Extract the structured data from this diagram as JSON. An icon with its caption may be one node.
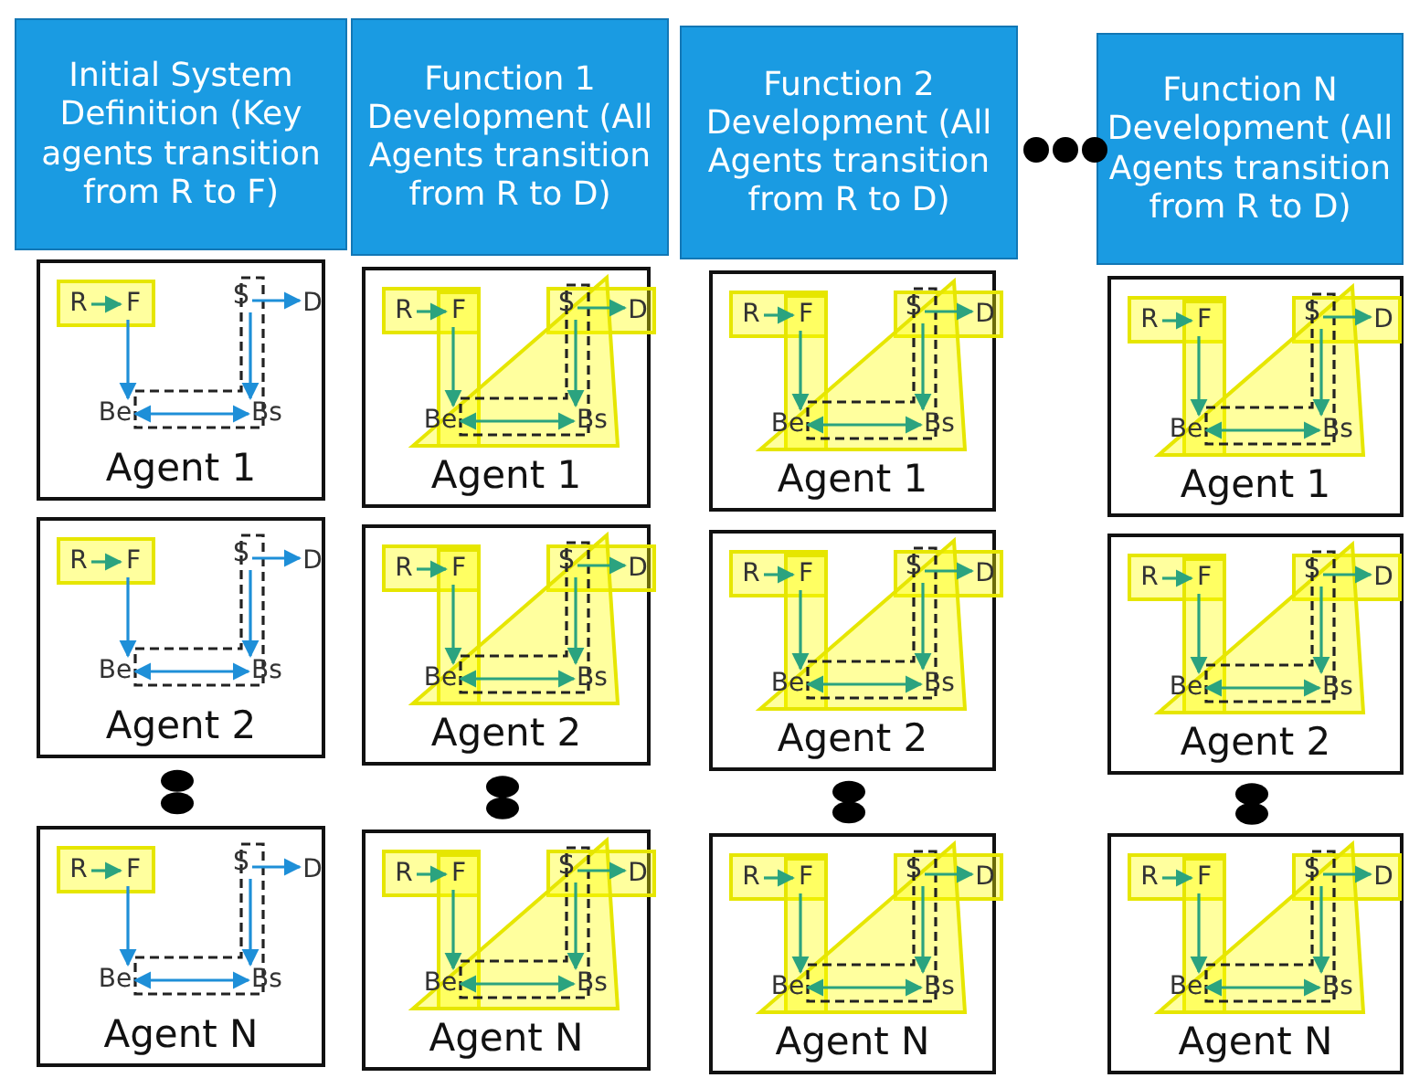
{
  "diagram": {
    "nodes": [
      {
        "text": [
          "Initial System Definition (Key agents transition from R to F)"
        ]
      },
      {
        "text": [
          "Function 1 Development (All Agents transition from R to D)"
        ]
      },
      {
        "text": [
          "Function 2 Development (All Agents transition from R to D)"
        ]
      },
      {
        "text": [
          "Function N Development (All Agents transition from R to D)"
        ]
      },
      {
        "text": [
          "Agent 1"
        ]
      },
      {
        "text": [
          "R"
        ],
        "in": 4
      },
      {
        "text": [
          "F"
        ],
        "in": 4
      },
      {
        "text": [
          "S"
        ],
        "in": 4
      },
      {
        "text": [
          "D"
        ],
        "in": 4
      },
      {
        "text": [
          "Be"
        ],
        "in": 4
      },
      {
        "text": [
          "Bs"
        ],
        "in": 4
      },
      {
        "text": [
          "Agent 1"
        ]
      },
      {
        "text": [
          "R"
        ],
        "in": 11
      },
      {
        "text": [
          "F"
        ],
        "in": 11
      },
      {
        "text": [
          "S"
        ],
        "in": 11
      },
      {
        "text": [
          "D"
        ],
        "in": 11
      },
      {
        "text": [
          "Be"
        ],
        "in": 11
      },
      {
        "text": [
          "Bs"
        ],
        "in": 11
      },
      {
        "text": [
          "Agent 1"
        ]
      },
      {
        "text": [
          "R"
        ],
        "in": 18
      },
      {
        "text": [
          "F"
        ],
        "in": 18
      },
      {
        "text": [
          "S"
        ],
        "in": 18
      },
      {
        "text": [
          "D"
        ],
        "in": 18
      },
      {
        "text": [
          "Be"
        ],
        "in": 18
      },
      {
        "text": [
          "Bs"
        ],
        "in": 18
      },
      {
        "text": [
          "Agent 1"
        ]
      },
      {
        "text": [
          "R"
        ],
        "in": 25
      },
      {
        "text": [
          "F"
        ],
        "in": 25
      },
      {
        "text": [
          "S"
        ],
        "in": 25
      },
      {
        "text": [
          "D"
        ],
        "in": 25
      },
      {
        "text": [
          "Be"
        ],
        "in": 25
      },
      {
        "text": [
          "Bs"
        ],
        "in": 25
      },
      {
        "text": [
          "Agent 2"
        ]
      },
      {
        "text": [
          "R"
        ],
        "in": 32
      },
      {
        "text": [
          "F"
        ],
        "in": 32
      },
      {
        "text": [
          "S"
        ],
        "in": 32
      },
      {
        "text": [
          "D"
        ],
        "in": 32
      },
      {
        "text": [
          "Be"
        ],
        "in": 32
      },
      {
        "text": [
          "Bs"
        ],
        "in": 32
      },
      {
        "text": [
          "Agent 2"
        ]
      },
      {
        "text": [
          "R"
        ],
        "in": 39
      },
      {
        "text": [
          "F"
        ],
        "in": 39
      },
      {
        "text": [
          "S"
        ],
        "in": 39
      },
      {
        "text": [
          "D"
        ],
        "in": 39
      },
      {
        "text": [
          "Be"
        ],
        "in": 39
      },
      {
        "text": [
          "Bs"
        ],
        "in": 39
      },
      {
        "text": [
          "Agent 2"
        ]
      },
      {
        "text": [
          "R"
        ],
        "in": 46
      },
      {
        "text": [
          "F"
        ],
        "in": 46
      },
      {
        "text": [
          "S"
        ],
        "in": 46
      },
      {
        "text": [
          "D"
        ],
        "in": 46
      },
      {
        "text": [
          "Be"
        ],
        "in": 46
      },
      {
        "text": [
          "Bs"
        ],
        "in": 46
      },
      {
        "text": [
          "Agent 2"
        ]
      },
      {
        "text": [
          "R"
        ],
        "in": 53
      },
      {
        "text": [
          "F"
        ],
        "in": 53
      },
      {
        "text": [
          "S"
        ],
        "in": 53
      },
      {
        "text": [
          "D"
        ],
        "in": 53
      },
      {
        "text": [
          "Be"
        ],
        "in": 53
      },
      {
        "text": [
          "Bs"
        ],
        "in": 53
      },
      {
        "text": [
          "Agent N"
        ]
      },
      {
        "text": [
          "R"
        ],
        "in": 60
      },
      {
        "text": [
          "F"
        ],
        "in": 60
      },
      {
        "text": [
          "S"
        ],
        "in": 60
      },
      {
        "text": [
          "D"
        ],
        "in": 60
      },
      {
        "text": [
          "Be"
        ],
        "in": 60
      },
      {
        "text": [
          "Bs"
        ],
        "in": 60
      },
      {
        "text": [
          "Agent N"
        ]
      },
      {
        "text": [
          "R"
        ],
        "in": 67
      },
      {
        "text": [
          "F"
        ],
        "in": 67
      },
      {
        "text": [
          "S"
        ],
        "in": 67
      },
      {
        "text": [
          "D"
        ],
        "in": 67
      },
      {
        "text": [
          "Be"
        ],
        "in": 67
      },
      {
        "text": [
          "Bs"
        ],
        "in": 67
      },
      {
        "text": [
          "Agent N"
        ]
      },
      {
        "text": [
          "R"
        ],
        "in": 74
      },
      {
        "text": [
          "F"
        ],
        "in": 74
      },
      {
        "text": [
          "S"
        ],
        "in": 74
      },
      {
        "text": [
          "D"
        ],
        "in": 74
      },
      {
        "text": [
          "Be"
        ],
        "in": 74
      },
      {
        "text": [
          "Bs"
        ],
        "in": 74
      },
      {
        "text": [
          "Agent N"
        ]
      },
      {
        "text": [
          "R"
        ],
        "in": 81
      },
      {
        "text": [
          "F"
        ],
        "in": 81
      },
      {
        "text": [
          "S"
        ],
        "in": 81
      },
      {
        "text": [
          "D"
        ],
        "in": 81
      },
      {
        "text": [
          "Be"
        ],
        "in": 81
      },
      {
        "text": [
          "Bs"
        ],
        "in": 81
      }
    ],
    "edges": [
      {
        "from": 5,
        "to": 6,
        "arrow": "to"
      },
      {
        "from": 6,
        "to": 9,
        "arrow": "to",
        "color": "#1e8fd8"
      },
      {
        "from": 7,
        "to": 8,
        "arrow": "to",
        "color": "#1e8fd8"
      },
      {
        "from": 7,
        "to": 10,
        "arrow": "to",
        "color": "#1e8fd8"
      },
      {
        "from": 9,
        "to": 10,
        "arrow": "both",
        "color": "#1e8fd8"
      },
      {
        "from": 12,
        "to": 13,
        "arrow": "to"
      },
      {
        "from": 13,
        "to": 16,
        "arrow": "to"
      },
      {
        "from": 14,
        "to": 15,
        "arrow": "to"
      },
      {
        "from": 14,
        "to": 17,
        "arrow": "to"
      },
      {
        "from": 16,
        "to": 17,
        "arrow": "both"
      },
      {
        "from": 19,
        "to": 20,
        "arrow": "to"
      },
      {
        "from": 20,
        "to": 23,
        "arrow": "to"
      },
      {
        "from": 21,
        "to": 22,
        "arrow": "to"
      },
      {
        "from": 21,
        "to": 24,
        "arrow": "to"
      },
      {
        "from": 23,
        "to": 24,
        "arrow": "both"
      },
      {
        "from": 26,
        "to": 27,
        "arrow": "to"
      },
      {
        "from": 27,
        "to": 30,
        "arrow": "to"
      },
      {
        "from": 28,
        "to": 29,
        "arrow": "to"
      },
      {
        "from": 28,
        "to": 31,
        "arrow": "to"
      },
      {
        "from": 30,
        "to": 31,
        "arrow": "both"
      },
      {
        "from": 33,
        "to": 34,
        "arrow": "to"
      },
      {
        "from": 34,
        "to": 37,
        "arrow": "to",
        "color": "#1e8fd8"
      },
      {
        "from": 35,
        "to": 36,
        "arrow": "to",
        "color": "#1e8fd8"
      },
      {
        "from": 35,
        "to": 38,
        "arrow": "to",
        "color": "#1e8fd8"
      },
      {
        "from": 37,
        "to": 38,
        "arrow": "both",
        "color": "#1e8fd8"
      },
      {
        "from": 40,
        "to": 41,
        "arrow": "to"
      },
      {
        "from": 41,
        "to": 44,
        "arrow": "to"
      },
      {
        "from": 42,
        "to": 43,
        "arrow": "to"
      },
      {
        "from": 42,
        "to": 45,
        "arrow": "to"
      },
      {
        "from": 44,
        "to": 45,
        "arrow": "both"
      },
      {
        "from": 47,
        "to": 48,
        "arrow": "to"
      },
      {
        "from": 48,
        "to": 51,
        "arrow": "to"
      },
      {
        "from": 49,
        "to": 50,
        "arrow": "to"
      },
      {
        "from": 49,
        "to": 52,
        "arrow": "to"
      },
      {
        "from": 51,
        "to": 52,
        "arrow": "both"
      },
      {
        "from": 54,
        "to": 55,
        "arrow": "to"
      },
      {
        "from": 55,
        "to": 58,
        "arrow": "to"
      },
      {
        "from": 56,
        "to": 57,
        "arrow": "to"
      },
      {
        "from": 56,
        "to": 59,
        "arrow": "to"
      },
      {
        "from": 58,
        "to": 59,
        "arrow": "both"
      },
      {
        "from": 61,
        "to": 62,
        "arrow": "to"
      },
      {
        "from": 62,
        "to": 65,
        "arrow": "to",
        "color": "#1e8fd8"
      },
      {
        "from": 63,
        "to": 64,
        "arrow": "to",
        "color": "#1e8fd8"
      },
      {
        "from": 63,
        "to": 66,
        "arrow": "to",
        "color": "#1e8fd8"
      },
      {
        "from": 65,
        "to": 66,
        "arrow": "both",
        "color": "#1e8fd8"
      },
      {
        "from": 68,
        "to": 69,
        "arrow": "to"
      },
      {
        "from": 69,
        "to": 72,
        "arrow": "to"
      },
      {
        "from": 70,
        "to": 71,
        "arrow": "to"
      },
      {
        "from": 70,
        "to": 73,
        "arrow": "to"
      },
      {
        "from": 72,
        "to": 73,
        "arrow": "both"
      },
      {
        "from": 75,
        "to": 76,
        "arrow": "to"
      },
      {
        "from": 76,
        "to": 79,
        "arrow": "to"
      },
      {
        "from": 77,
        "to": 78,
        "arrow": "to"
      },
      {
        "from": 77,
        "to": 80,
        "arrow": "to"
      },
      {
        "from": 79,
        "to": 80,
        "arrow": "both"
      },
      {
        "from": 82,
        "to": 83,
        "arrow": "to"
      },
      {
        "from": 83,
        "to": 86,
        "arrow": "to"
      },
      {
        "from": 84,
        "to": 85,
        "arrow": "to"
      },
      {
        "from": 84,
        "to": 87,
        "arrow": "to"
      },
      {
        "from": 86,
        "to": 87,
        "arrow": "both"
      }
    ]
  }
}
